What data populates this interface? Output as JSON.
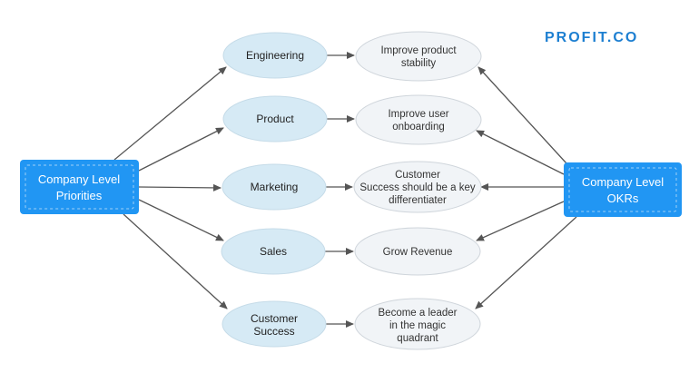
{
  "logo": {
    "text": "PROFIT.CO",
    "color": "#1d7fd1"
  },
  "left_box": {
    "lines": [
      "Company Level",
      "Priorities"
    ]
  },
  "right_box": {
    "lines": [
      "Company Level",
      "OKRs"
    ]
  },
  "departments": [
    {
      "lines": [
        "Engineering"
      ]
    },
    {
      "lines": [
        "Product"
      ]
    },
    {
      "lines": [
        "Marketing"
      ]
    },
    {
      "lines": [
        "Sales"
      ]
    },
    {
      "lines": [
        "Customer",
        "Success"
      ]
    }
  ],
  "okrs": [
    {
      "lines": [
        "Improve product",
        "stability"
      ]
    },
    {
      "lines": [
        "Improve user",
        "onboarding"
      ]
    },
    {
      "lines": [
        "Customer",
        "Success should be a key",
        "differentiater"
      ]
    },
    {
      "lines": [
        "Grow Revenue"
      ]
    },
    {
      "lines": [
        "Become a leader",
        "in the magic",
        "quadrant"
      ]
    }
  ],
  "colors": {
    "box_fill": "#2196f3",
    "dept_fill": "#d6eaf5",
    "okr_fill": "#f1f4f7",
    "arrow": "#555555"
  }
}
